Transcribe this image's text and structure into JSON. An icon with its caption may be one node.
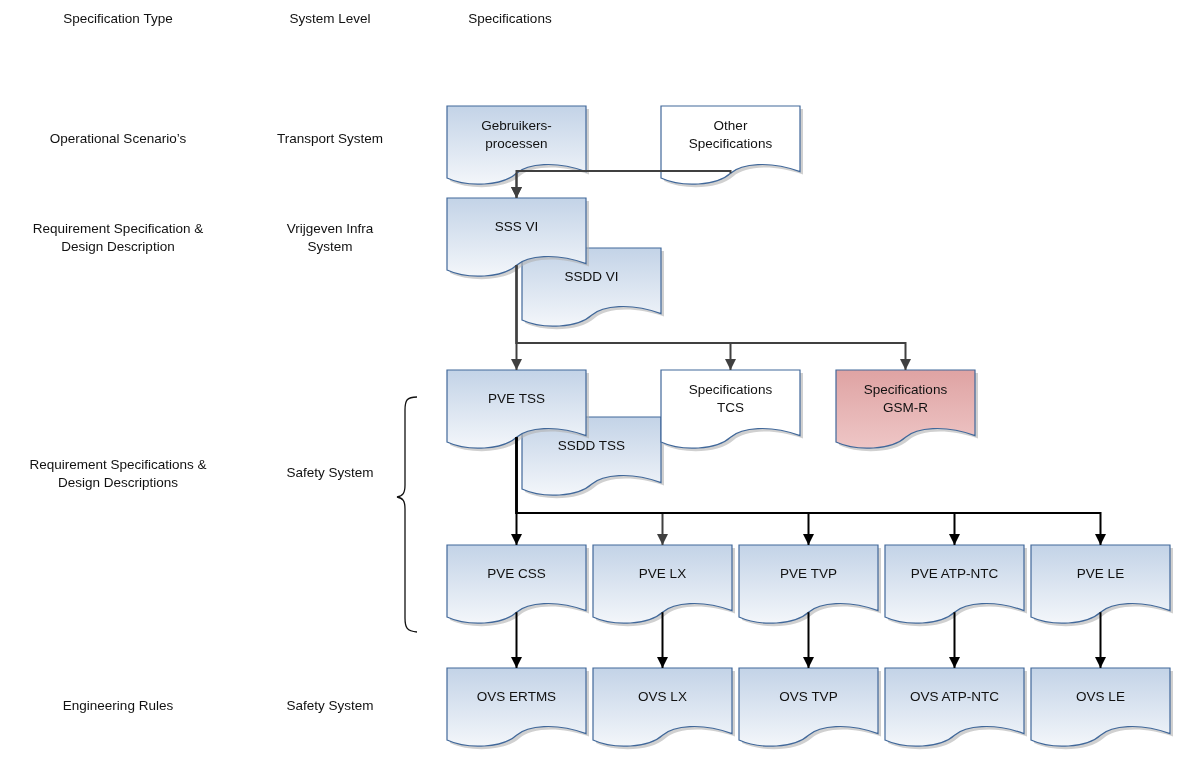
{
  "diagram": {
    "nodes": [
      {
        "text": [
          "Gebruikers- processen"
        ]
      },
      {
        "text": [
          "Other Specifications"
        ]
      },
      {
        "text": [
          "SSS VI"
        ]
      },
      {
        "text": [
          "SSDD VI"
        ]
      },
      {
        "text": [
          "PVE TSS"
        ]
      },
      {
        "text": [
          "SSDD TSS"
        ]
      },
      {
        "text": [
          "Specifications TCS"
        ]
      },
      {
        "text": [
          "Specifications GSM-R"
        ]
      },
      {
        "text": [
          "PVE CSS"
        ]
      },
      {
        "text": [
          "PVE LX"
        ]
      },
      {
        "text": [
          "PVE TVP"
        ]
      },
      {
        "text": [
          "PVE ATP-NTC"
        ]
      },
      {
        "text": [
          "PVE LE"
        ]
      },
      {
        "text": [
          "OVS ERTMS"
        ]
      },
      {
        "text": [
          "OVS LX"
        ]
      },
      {
        "text": [
          "OVS TVP"
        ]
      },
      {
        "text": [
          "OVS ATP-NTC"
        ]
      },
      {
        "text": [
          "OVS LE"
        ]
      }
    ],
    "edges": [
      {
        "from": 0,
        "to": 2,
        "arrow": "to",
        "color": "#404040"
      },
      {
        "from": 1,
        "to": 2,
        "arrow": "to",
        "color": "#404040"
      },
      {
        "from": 2,
        "to": 4,
        "arrow": "to",
        "color": "#404040"
      },
      {
        "from": 2,
        "to": 6,
        "arrow": "to",
        "color": "#404040"
      },
      {
        "from": 2,
        "to": 7,
        "arrow": "to",
        "color": "#404040"
      },
      {
        "from": 4,
        "to": 8,
        "arrow": "to"
      },
      {
        "from": 4,
        "to": 9,
        "arrow": "to",
        "color": "#404040"
      },
      {
        "from": 4,
        "to": 10,
        "arrow": "to"
      },
      {
        "from": 4,
        "to": 11,
        "arrow": "to"
      },
      {
        "from": 4,
        "to": 12,
        "arrow": "to"
      },
      {
        "from": 8,
        "to": 13,
        "arrow": "to"
      },
      {
        "from": 9,
        "to": 14,
        "arrow": "to"
      },
      {
        "from": 10,
        "to": 15,
        "arrow": "to"
      },
      {
        "from": 11,
        "to": 16,
        "arrow": "to"
      },
      {
        "from": 12,
        "to": 17,
        "arrow": "to"
      }
    ],
    "labels": [
      "Specification Type",
      "System Level",
      "Specifications",
      "Operational Scenario’s",
      "Transport System",
      "Requirement Specification & Design Description",
      "Vrijgeven Infra System",
      "Requirement Specifications & Design Descriptions",
      "Safety System",
      "Engineering Rules",
      "Safety System"
    ]
  }
}
